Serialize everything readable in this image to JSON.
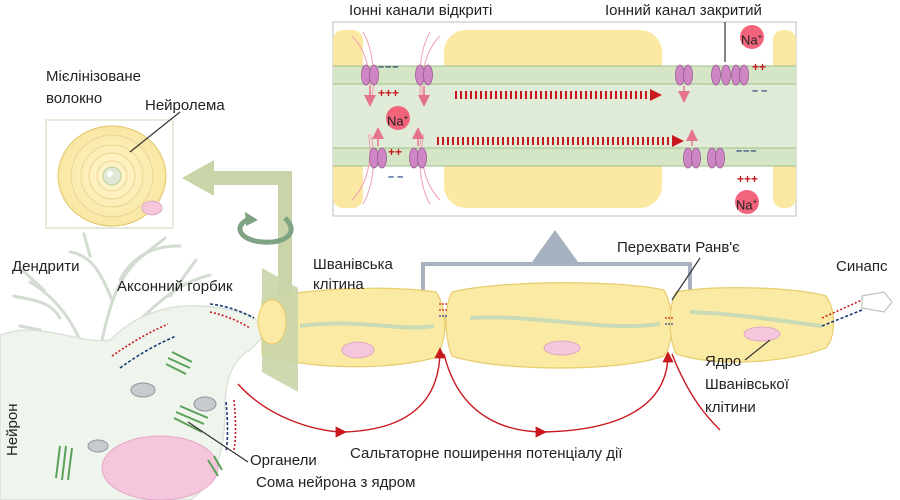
{
  "labels": {
    "ion_open": "Іонні канали відкриті",
    "ion_closed": "Іонний канал закритий",
    "myelinated_line1": "Мієлінізоване",
    "myelinated_line2": "волокно",
    "neurolemma": "Нейролема",
    "dendrites": "Дендрити",
    "axon_hillock": "Аксонний горбик",
    "schwann_line1": "Шванівська",
    "schwann_line2": "клітина",
    "ranvier": "Перехвати Ранв'є",
    "synapse": "Синапс",
    "nucleus_line1": "Ядро",
    "nucleus_line2": "Шванівської",
    "nucleus_line3": "клітини",
    "neuron": "Нейрон",
    "organelles": "Органели",
    "soma": "Сома нейрона з ядром",
    "saltatory": "Сальтаторне поширення потенціалу дії",
    "sodium": "Na",
    "sodium_charge": "+",
    "plus": "+++",
    "plus_two": "++",
    "minus": "– – –",
    "minus_two": "– –"
  },
  "colors": {
    "myelin": "#fbeaa3",
    "myelin_edge": "#e8cc6e",
    "axon": "#dbe8cf",
    "channel": "#c77bbd",
    "arrow_red": "#c8191e",
    "minus_blue": "#1a3a78",
    "ion_pink": "#f2647c",
    "grey_bracket": "#a6b2bf",
    "light_green": "#c9d5a8",
    "neuron_fill": "#eff4ec",
    "neuron_edge": "#cfd9cf",
    "nucleus": "#f6c6dd"
  }
}
